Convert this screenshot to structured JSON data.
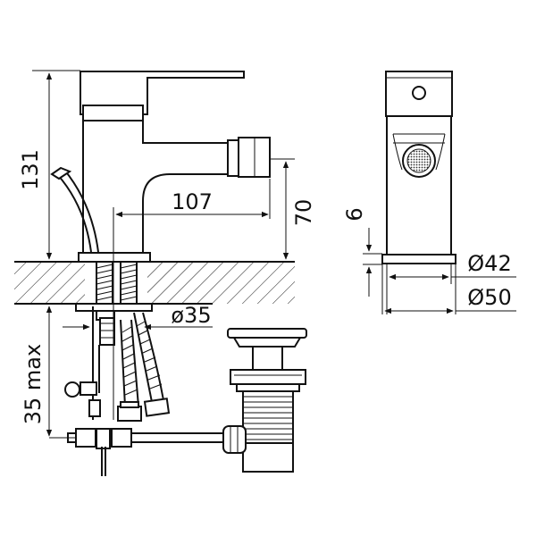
{
  "dimensions": {
    "height_total": "131",
    "spout_reach": "107",
    "spout_height": "70",
    "base_thickness": "6",
    "base_inner_diameter": "Ø42",
    "base_outer_diameter": "Ø50",
    "hole_diameter": "ø35",
    "counter_thickness": "35 max"
  }
}
